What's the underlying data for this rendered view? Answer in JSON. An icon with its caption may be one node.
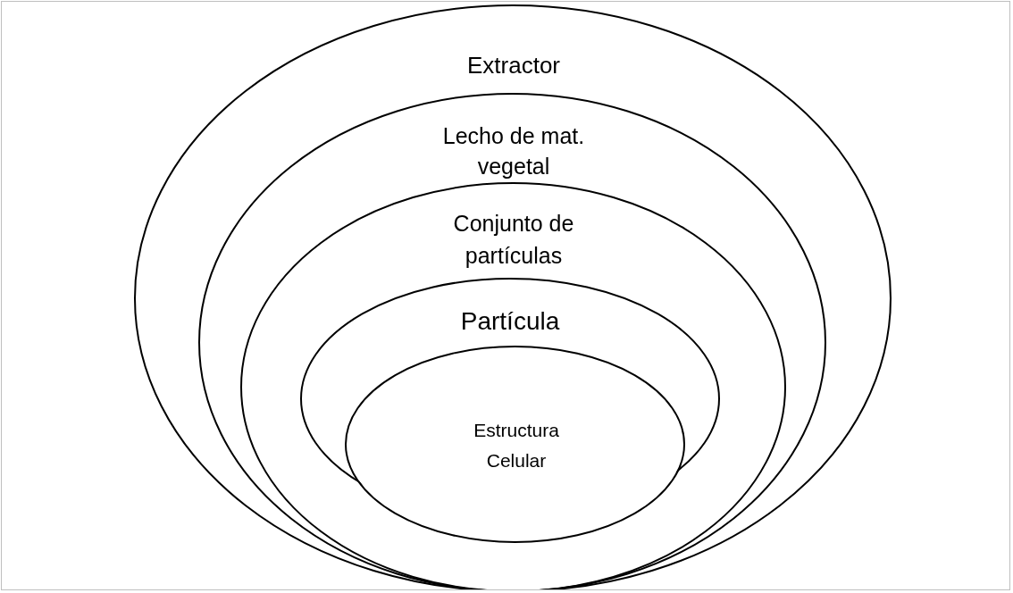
{
  "diagram": {
    "nodes": [
      {
        "text": [
          "Extractor"
        ]
      },
      {
        "text": [
          "Lecho de mat. vegetal"
        ],
        "in": 0
      },
      {
        "text": [
          "Conjunto de partículas"
        ],
        "in": 1
      },
      {
        "text": [
          "Partícula"
        ],
        "in": 2
      },
      {
        "text": [
          "Estructura Celular"
        ],
        "in": 2
      }
    ]
  }
}
